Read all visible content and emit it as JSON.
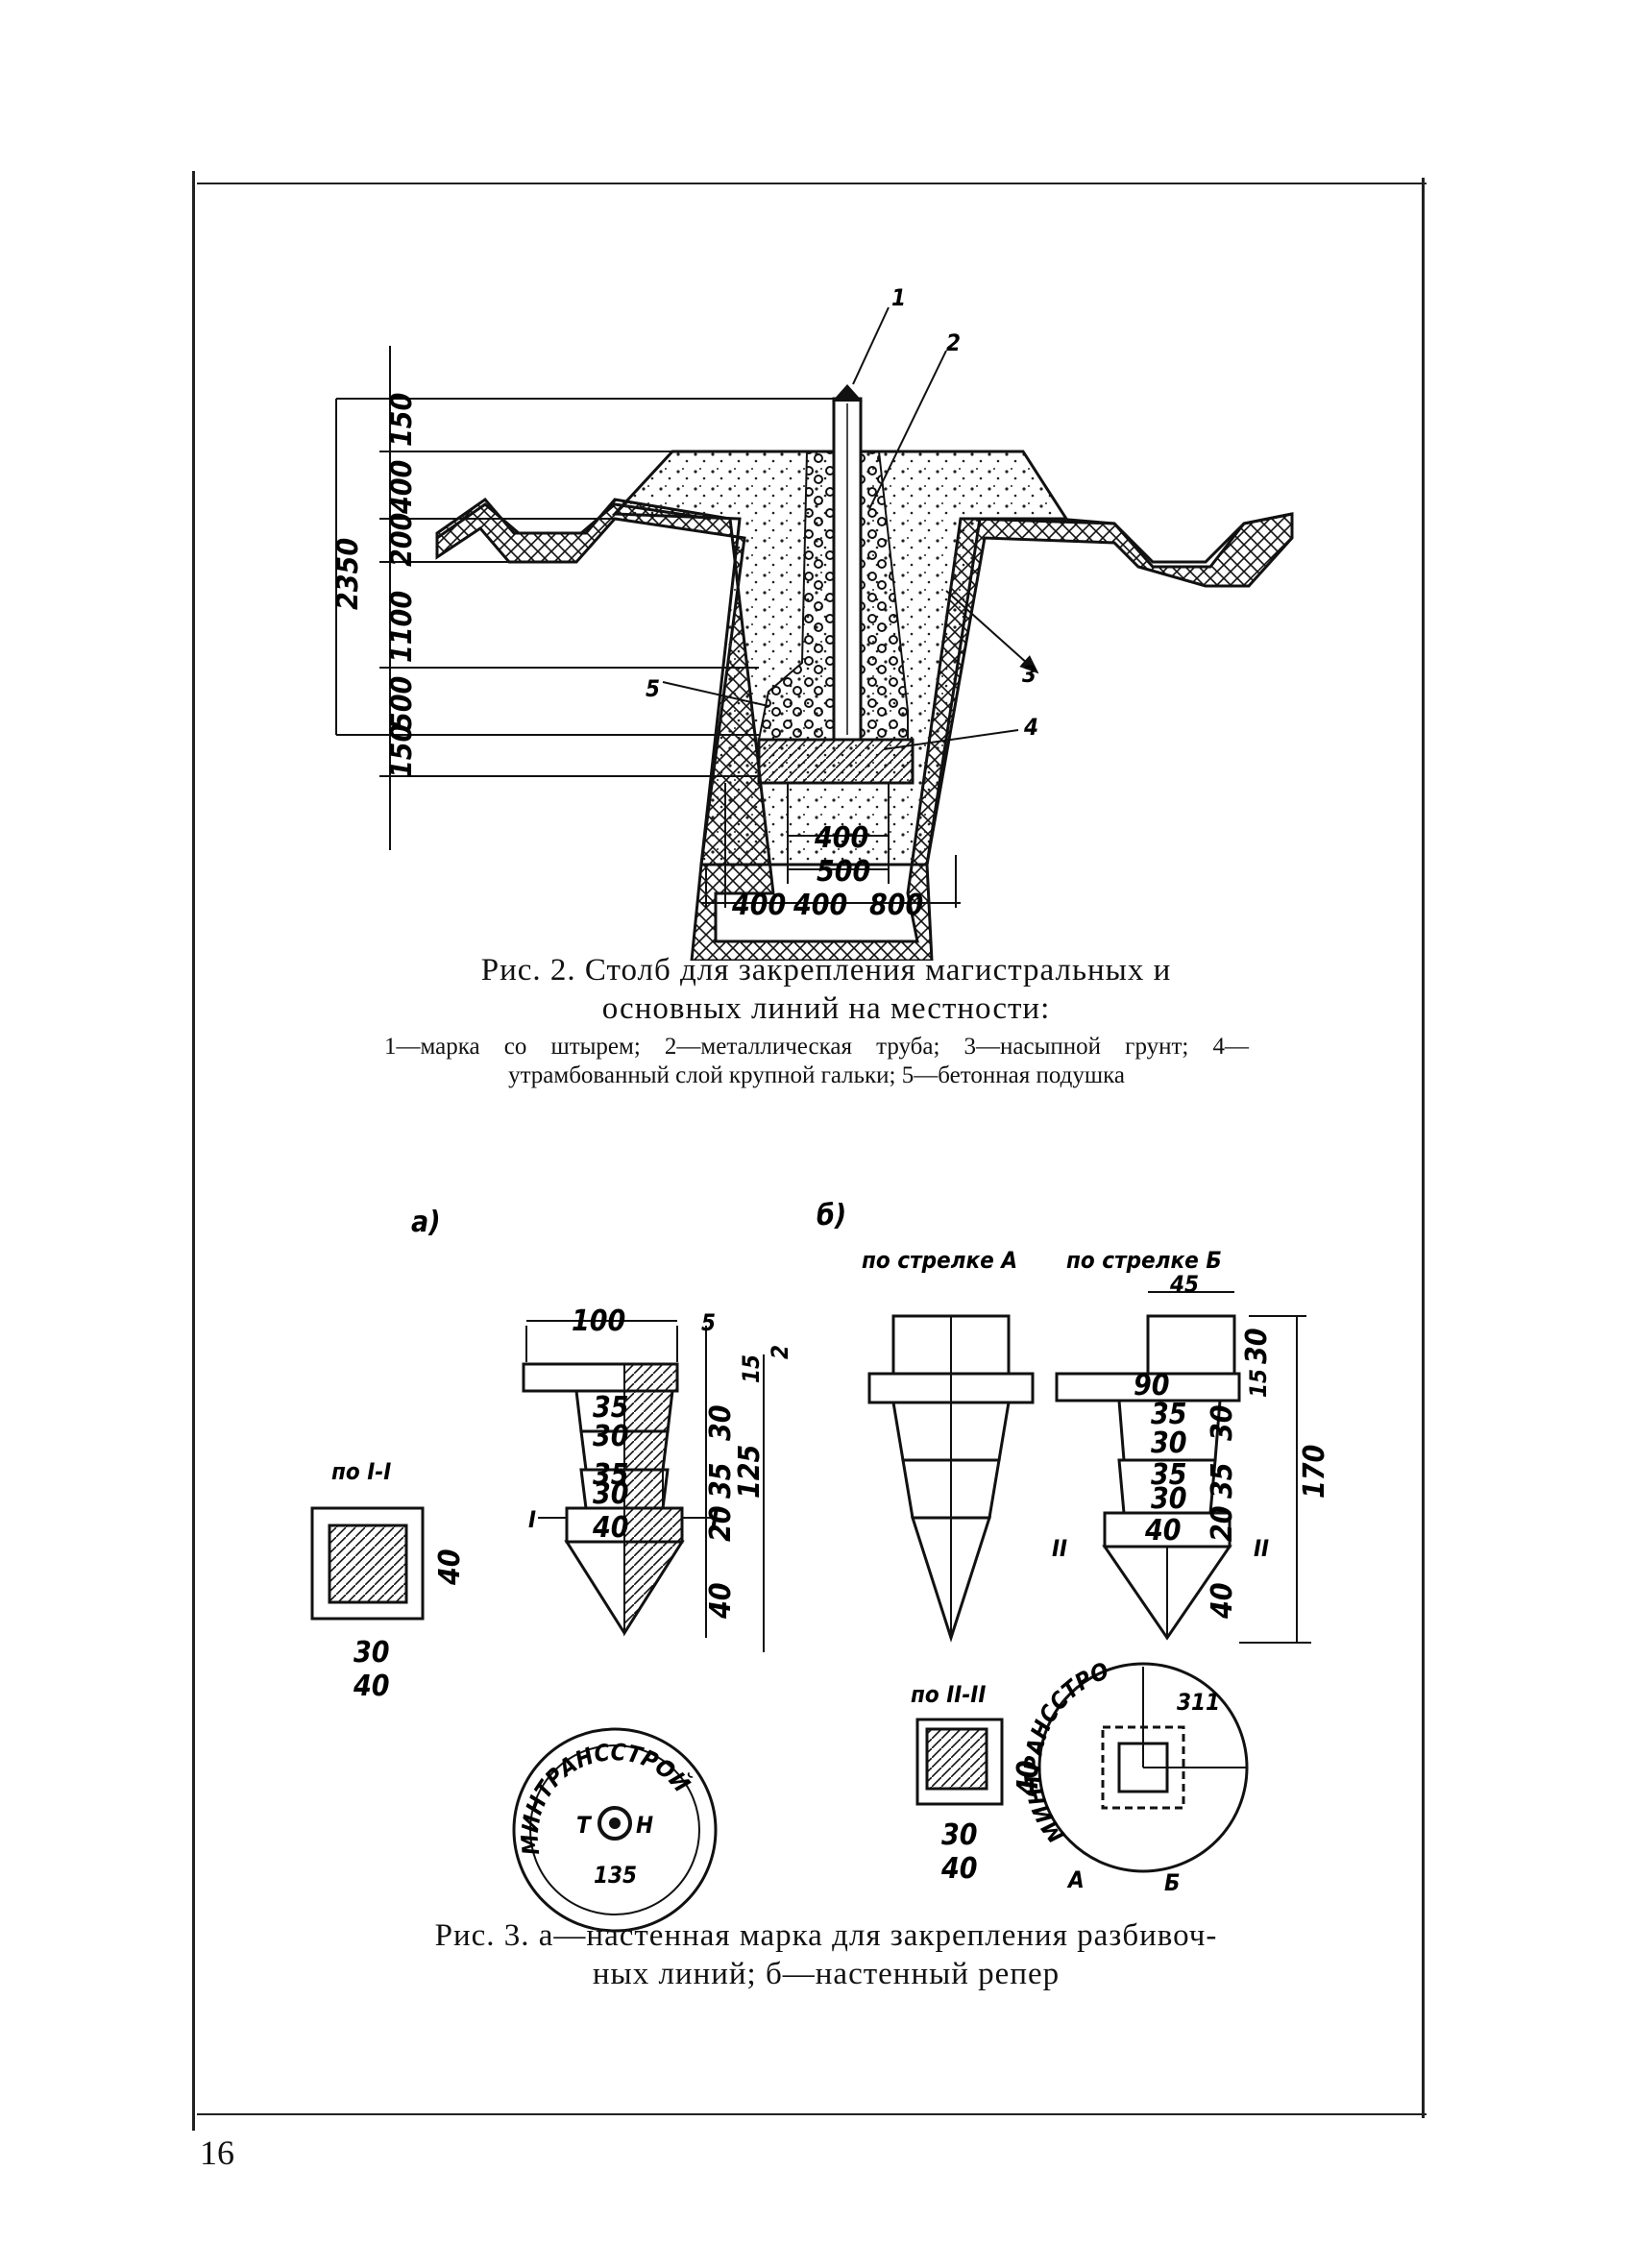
{
  "page_number": "16",
  "figure2": {
    "caption_line1": "Рис. 2. Столб для закрепления магистральных и",
    "caption_line2": "основных линий на местности:",
    "legend": "1—марка со штырем; 2—металлическая труба; 3—насыпной грунт; 4—утрамбованный слой крупной гальки; 5—бетонная подушка",
    "callouts": [
      "1",
      "2",
      "3",
      "4",
      "5"
    ],
    "vertical_dims": [
      "150",
      "400",
      "200",
      "1100",
      "500",
      "150"
    ],
    "total_height": "2350",
    "horizontal_dims": [
      "400",
      "500",
      "400",
      "400",
      "800"
    ]
  },
  "figure3": {
    "label_a": "а)",
    "label_b": "б)",
    "view_a": "по стрелке А",
    "view_b": "по стрелке Б",
    "section_1": "по I-I",
    "section_2": "по II-II",
    "caption_line1": "Рис. 3. а—настенная марка для закрепления разбивоч-",
    "caption_line2": "ных линий; б—настенный репер",
    "a_dims": {
      "width_top": "100",
      "gap": "5",
      "h_top": "15",
      "h_side": "2",
      "step1": "35",
      "step2": "30",
      "step3": "35",
      "step4": "30",
      "base": "40",
      "v30": "30",
      "v35": "35",
      "v20": "20",
      "v40": "40",
      "total": "125",
      "cut": "I"
    },
    "b_dims": {
      "top_w": "45",
      "flange": "90",
      "h30": "30",
      "h15": "15",
      "step1": "35",
      "step2": "30",
      "step3": "35",
      "step4": "30",
      "base": "40",
      "v30": "30",
      "v35": "35",
      "v20": "20",
      "v40": "40",
      "total": "170",
      "cut": "II"
    },
    "section_dims": {
      "inner": "30",
      "outer": "40",
      "height": "40"
    },
    "stamp_a": {
      "ring_text": "МИНТРАНССТРОЙ",
      "letter_left": "Т",
      "letter_right": "Н",
      "number": "135"
    },
    "stamp_b": {
      "ring_text": "МИНТРАНССТРОЙ",
      "code": "311",
      "arrow_a": "А",
      "arrow_b": "Б"
    }
  }
}
